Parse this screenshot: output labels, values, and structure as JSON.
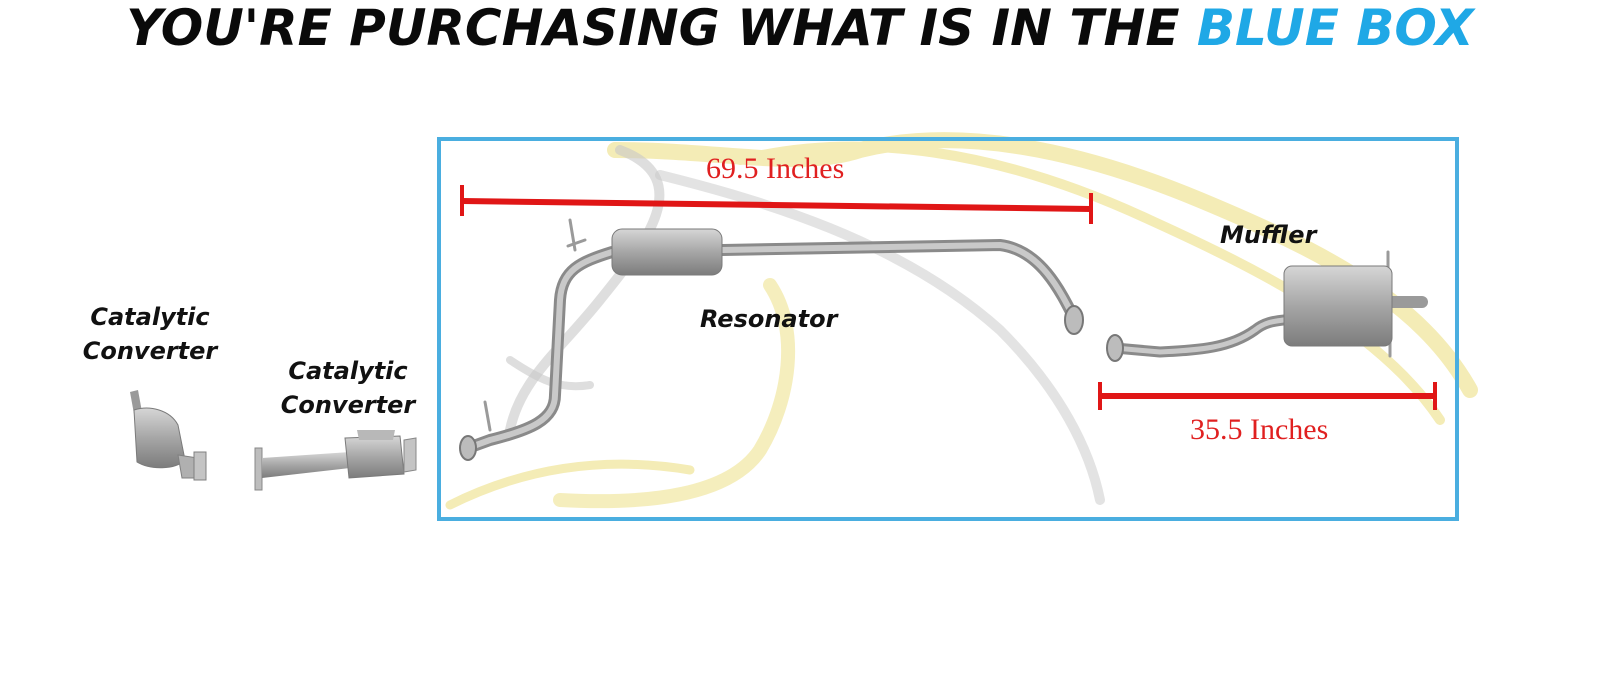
{
  "headline": {
    "prefix": "YOU'RE PURCHASING WHAT IS IN THE",
    "accent": "BLUE BOX"
  },
  "parts": {
    "cat1_line1": "Catalytic",
    "cat1_line2": "Converter",
    "cat2_line1": "Catalytic",
    "cat2_line2": "Converter",
    "resonator": "Resonator",
    "muffler": "Muffler"
  },
  "dimensions": {
    "front_length": "69.5 Inches",
    "rear_length": "35.5 Inches"
  },
  "colors": {
    "box": "#4aaee0",
    "dimension": "#e01616",
    "accent": "#1fa8e6",
    "pipe": "#a9a9a9",
    "watermark": "#f3e9a8"
  }
}
